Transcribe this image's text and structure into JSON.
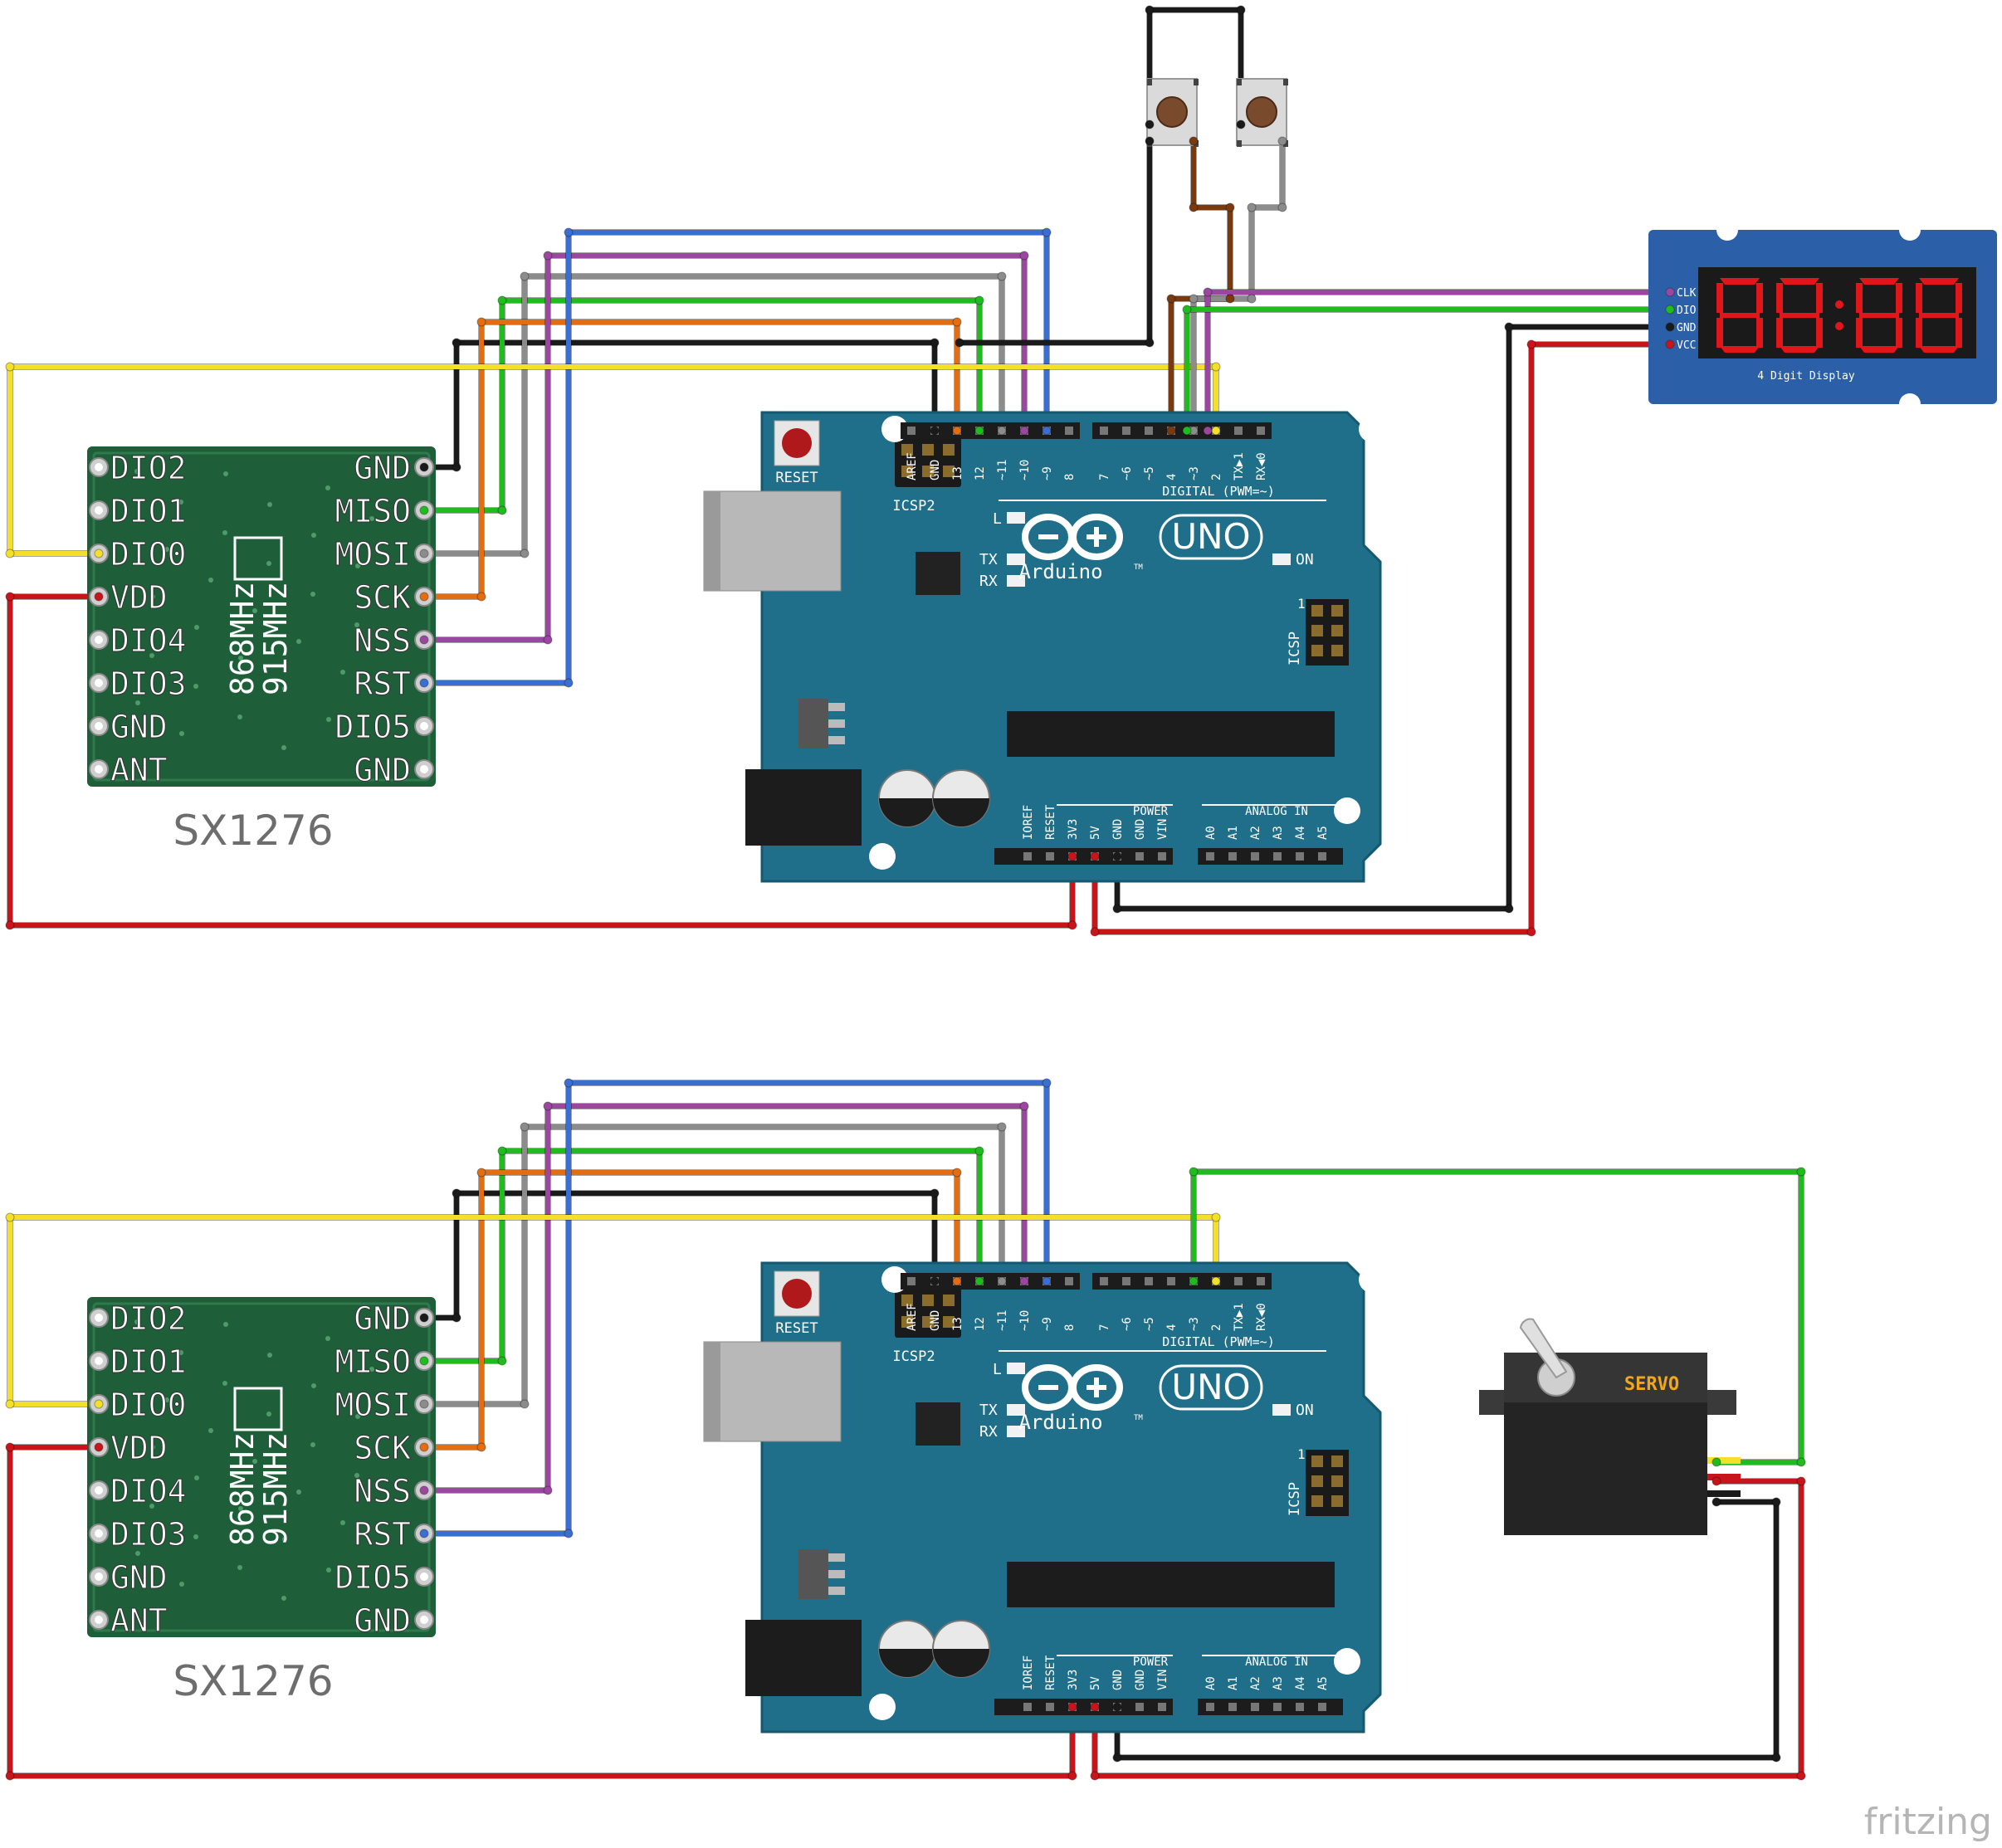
{
  "lora_module": {
    "name": "SX1276",
    "freq_labels": [
      "868MHz",
      "915MHz"
    ],
    "left_pins": [
      "DIO2",
      "DIO1",
      "DIO0",
      "VDD",
      "DIO4",
      "DIO3",
      "GND",
      "ANT"
    ],
    "right_pins": [
      "GND",
      "MISO",
      "MOSI",
      "SCK",
      "NSS",
      "RST",
      "DIO5",
      "GND"
    ]
  },
  "arduino": {
    "reset_label": "RESET",
    "icsp2_label": "ICSP2",
    "icsp_label": "ICSP",
    "icsp_pin1": "1",
    "brand": "Arduino",
    "tm": "TM",
    "model": "UNO",
    "led_l": "L",
    "led_tx": "TX",
    "led_rx": "RX",
    "led_on": "ON",
    "digital_header": "DIGITAL (PWM=~)",
    "power_header": "POWER",
    "analog_header": "ANALOG IN",
    "top_pins": [
      "AREF",
      "GND",
      "13",
      "12",
      "~11",
      "~10",
      "~9",
      "8",
      "7",
      "~6",
      "~5",
      "4",
      "~3",
      "2",
      "TX▶1",
      "RX◀0"
    ],
    "bottom_pins": [
      "IOREF",
      "RESET",
      "3V3",
      "5V",
      "GND",
      "GND",
      "VIN",
      "A0",
      "A1",
      "A2",
      "A3",
      "A4",
      "A5"
    ]
  },
  "display": {
    "pins": [
      "CLK",
      "DIO",
      "GND",
      "VCC"
    ],
    "label": "4 Digit Display",
    "digits": "88:88"
  },
  "servo": {
    "label": "SERVO"
  },
  "watermark": "fritzing",
  "colors": {
    "board_teal": "#1f6f8b",
    "module_green": "#1e5f3a",
    "display_blue": "#2b5fa7",
    "wire_yellow": "#f2e02a",
    "wire_red": "#c8141b",
    "wire_black": "#1a1a1a",
    "wire_green": "#1fbb1f",
    "wire_gray": "#8c8c8c",
    "wire_orange": "#e26d12",
    "wire_purple": "#9b47a0",
    "wire_blue": "#3a6fd1",
    "wire_brown": "#7a3a10",
    "segment_red": "#e0161a"
  }
}
